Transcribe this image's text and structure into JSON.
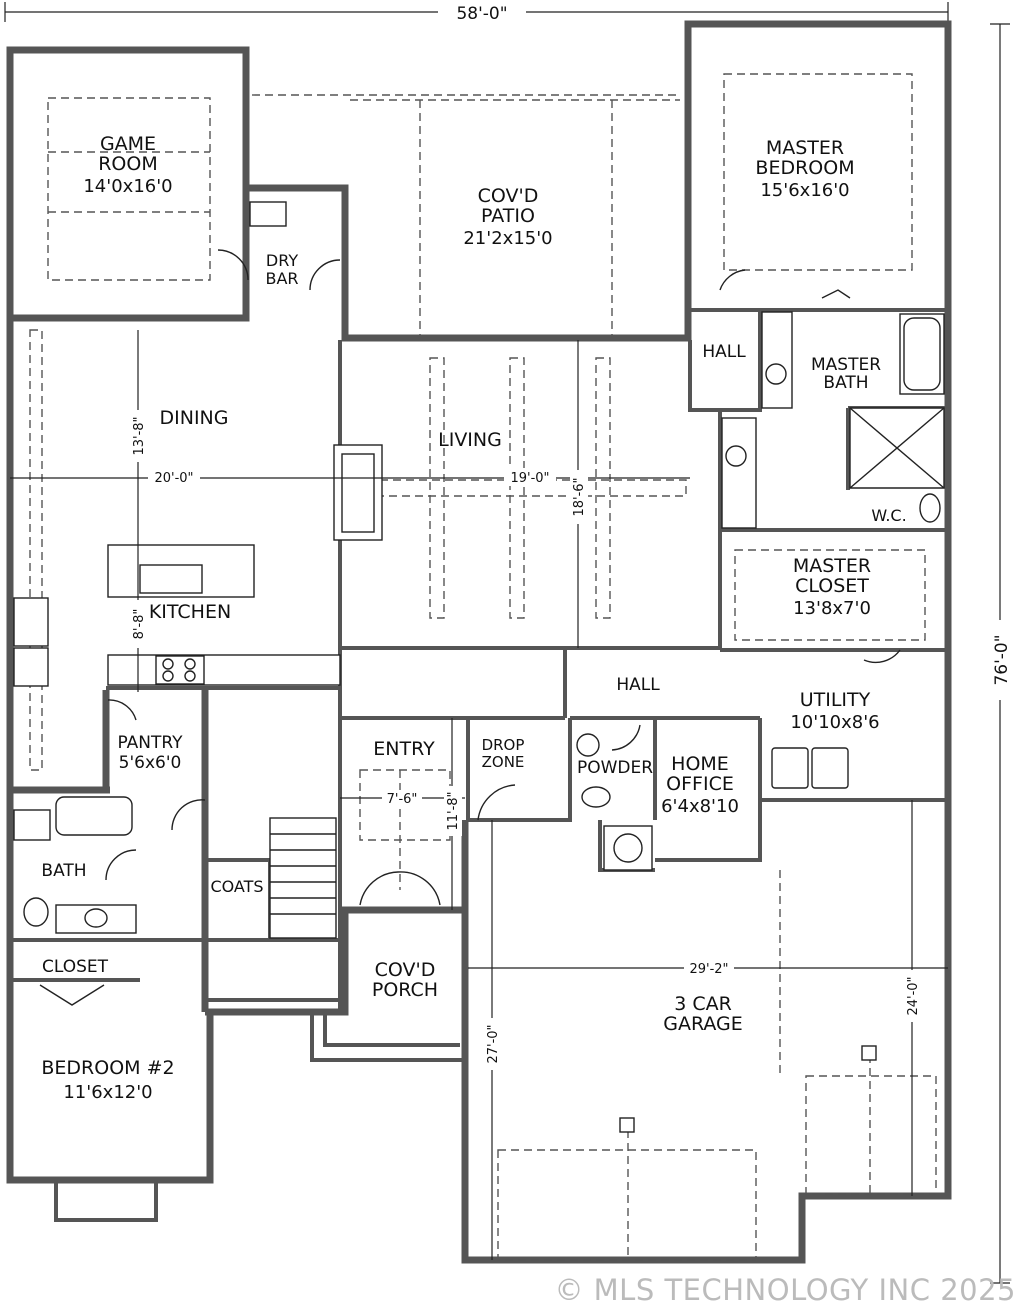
{
  "plan": {
    "overall_width": "58'-0\"",
    "overall_depth": "76'-0\"",
    "rooms": {
      "game_room": {
        "name_line1": "GAME",
        "name_line2": "ROOM",
        "size": "14'0x16'0"
      },
      "patio": {
        "name_line1": "COV'D",
        "name_line2": "PATIO",
        "size": "21'2x15'0"
      },
      "master_bedroom": {
        "name_line1": "MASTER",
        "name_line2": "BEDROOM",
        "size": "15'6x16'0"
      },
      "dry_bar": {
        "name_line1": "DRY",
        "name_line2": "BAR"
      },
      "hall_master": {
        "name": "HALL"
      },
      "master_bath": {
        "name_line1": "MASTER",
        "name_line2": "BATH"
      },
      "dining": {
        "name": "DINING"
      },
      "living": {
        "name": "LIVING"
      },
      "wc": {
        "name": "W.C."
      },
      "master_closet": {
        "name_line1": "MASTER",
        "name_line2": "CLOSET",
        "size": "13'8x7'0"
      },
      "kitchen": {
        "name": "KITCHEN"
      },
      "hall_utility": {
        "name": "HALL"
      },
      "utility": {
        "name": "UTILITY",
        "size": "10'10x8'6"
      },
      "pantry": {
        "name": "PANTRY",
        "size": "5'6x6'0"
      },
      "entry": {
        "name": "ENTRY"
      },
      "drop_zone": {
        "name_line1": "DROP",
        "name_line2": "ZONE"
      },
      "powder": {
        "name": "POWDER"
      },
      "home_office": {
        "name_line1": "HOME",
        "name_line2": "OFFICE",
        "size": "6'4x8'10"
      },
      "bath": {
        "name": "BATH"
      },
      "coats": {
        "name": "COATS"
      },
      "closet": {
        "name": "CLOSET"
      },
      "porch": {
        "name_line1": "COV'D",
        "name_line2": "PORCH"
      },
      "garage": {
        "name_line1": "3 CAR",
        "name_line2": "GARAGE"
      },
      "bedroom2": {
        "name": "BEDROOM #2",
        "size": "11'6x12'0"
      }
    },
    "dimensions": {
      "dining_width": "20'-0\"",
      "dining_depth": "13'-8\"",
      "living_width": "19'-0\"",
      "living_depth": "18'-6\"",
      "kitchen_depth": "8'-8\"",
      "entry_width": "7'-6\"",
      "entry_depth": "11'-8\"",
      "garage_width": "29'-2\"",
      "garage_depth_left": "27'-0\"",
      "garage_depth_right": "24'-0\""
    }
  },
  "watermark": "© MLS TECHNOLOGY INC 2025"
}
